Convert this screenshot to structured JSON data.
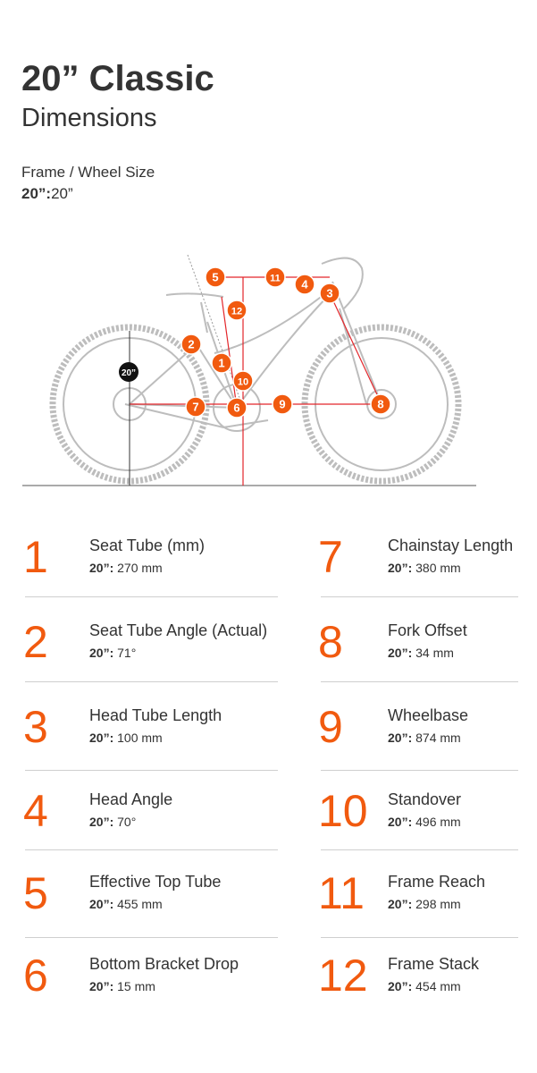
{
  "header": {
    "title": "20” Classic",
    "subtitle": "Dimensions"
  },
  "size": {
    "label": "Frame / Wheel Size",
    "frame": "20”:",
    "wheel": "20”"
  },
  "diagram": {
    "wheel_badge": "20”",
    "accent": "#f15a0f",
    "markers": [
      "1",
      "2",
      "3",
      "4",
      "5",
      "6",
      "7",
      "8",
      "9",
      "10",
      "11",
      "12"
    ]
  },
  "specs": [
    {
      "num": "1",
      "label": "Seat Tube (mm)",
      "size": "20”:",
      "value": "270 mm"
    },
    {
      "num": "2",
      "label": "Seat Tube Angle (Actual)",
      "size": "20”:",
      "value": "71°"
    },
    {
      "num": "3",
      "label": "Head Tube Length",
      "size": "20”:",
      "value": "100 mm"
    },
    {
      "num": "4",
      "label": "Head Angle",
      "size": "20”:",
      "value": "70°"
    },
    {
      "num": "5",
      "label": "Effective Top Tube",
      "size": "20”:",
      "value": "455 mm"
    },
    {
      "num": "6",
      "label": "Bottom Bracket Drop",
      "size": "20”:",
      "value": "15 mm"
    },
    {
      "num": "7",
      "label": "Chainstay Length",
      "size": "20”:",
      "value": "380 mm"
    },
    {
      "num": "8",
      "label": "Fork Offset",
      "size": "20”:",
      "value": "34 mm"
    },
    {
      "num": "9",
      "label": "Wheelbase",
      "size": "20”:",
      "value": "874 mm"
    },
    {
      "num": "10",
      "label": "Standover",
      "size": "20”:",
      "value": "496 mm"
    },
    {
      "num": "11",
      "label": "Frame Reach",
      "size": "20”:",
      "value": "298 mm"
    },
    {
      "num": "12",
      "label": "Frame Stack",
      "size": "20”:",
      "value": "454 mm"
    }
  ]
}
